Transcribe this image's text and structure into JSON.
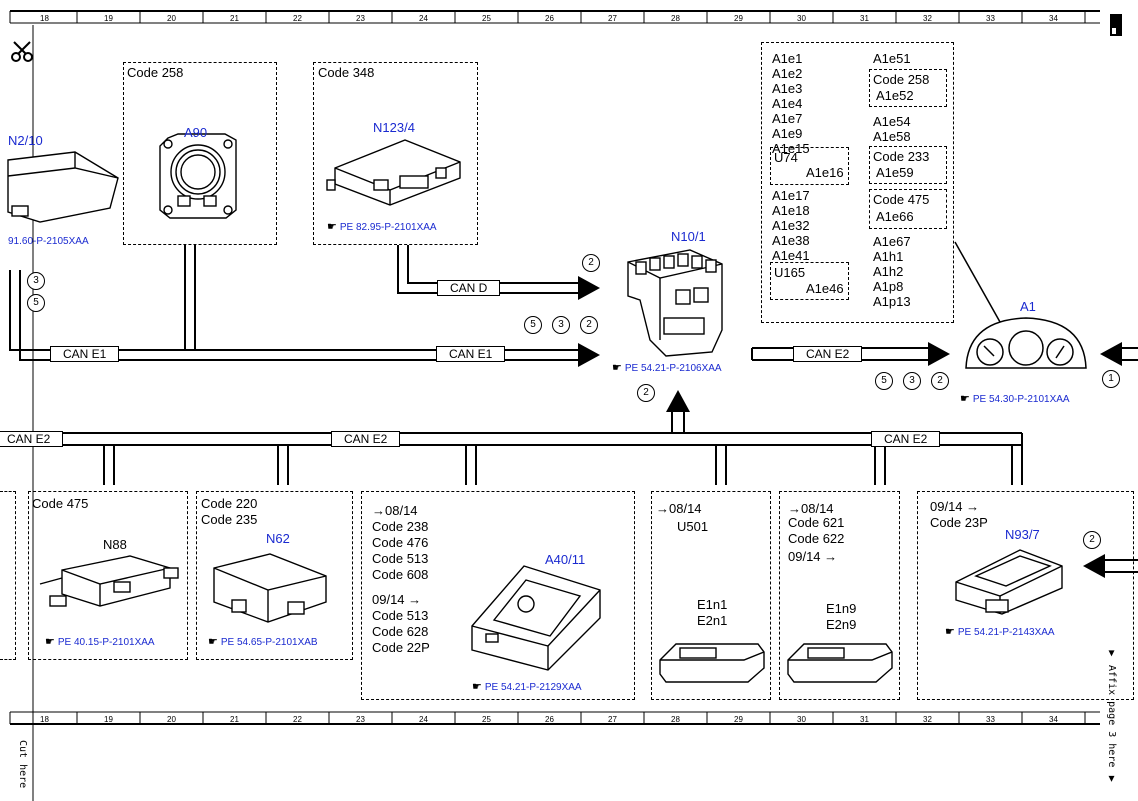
{
  "ruler": {
    "numbers": [
      "18",
      "19",
      "20",
      "21",
      "22",
      "23",
      "24",
      "25",
      "26",
      "27",
      "28",
      "29",
      "30",
      "31",
      "32",
      "33",
      "34"
    ],
    "cut_here": "Cut here",
    "affix_note": "▼ Affix page 3 here ▼"
  },
  "icons": {
    "scissors": "scissors-icon",
    "pointing_hand": "pointing-hand-icon"
  },
  "components": {
    "n2_10": {
      "label": "N2/10",
      "ref": "91.60-P-2105XAA"
    },
    "a90": {
      "code": "Code 258",
      "label": "A90"
    },
    "n123_4": {
      "code": "Code 348",
      "label": "N123/4",
      "ref": "PE 82.95-P-2101XAA"
    },
    "n10_1": {
      "label": "N10/1",
      "ref": "PE 54.21-P-2106XAA"
    },
    "a1": {
      "label": "A1",
      "ref": "PE 54.30-P-2101XAA"
    },
    "n88": {
      "code": "Code 475",
      "label": "N88",
      "ref": "PE 40.15-P-2101XAA"
    },
    "n62": {
      "code1": "Code 220",
      "code2": "Code 235",
      "label": "N62",
      "ref": "PE 54.65-P-2101XAB"
    },
    "a40_11": {
      "lines1": [
        "→08/14",
        "Code 238",
        "Code 476",
        "Code 513",
        "Code 608"
      ],
      "lines2": [
        "09/14 →",
        "Code 513",
        "Code 628",
        "Code 22P"
      ],
      "label": "A40/11",
      "ref": "PE 54.21-P-2129XAA"
    },
    "u501": {
      "date": "→08/14",
      "code": "U501",
      "l1": "E1n1",
      "l2": "E2n1"
    },
    "e1n9": {
      "date": "→08/14",
      "code1": "Code 621",
      "code2": "Code 622",
      "date2": "09/14 →",
      "l1": "E1n9",
      "l2": "E2n9"
    },
    "n93_7": {
      "date": "09/14 →",
      "code": "Code 23P",
      "label": "N93/7",
      "ref": "PE 54.21-P-2143XAA"
    }
  },
  "fuse_list": {
    "left_top": [
      "A1e1",
      "A1e2",
      "A1e3",
      "A1e4",
      "A1e7",
      "A1e9",
      "A1e15"
    ],
    "u74": {
      "title": "U74",
      "item": "A1e16"
    },
    "left_mid": [
      "A1e17",
      "A1e18",
      "A1e32",
      "A1e38",
      "A1e41"
    ],
    "u165": {
      "title": "U165",
      "item": "A1e46"
    },
    "right_top": "A1e51",
    "code258": {
      "title": "Code 258",
      "item": "A1e52"
    },
    "right_mid": [
      "A1e54",
      "A1e58"
    ],
    "code233": {
      "title": "Code 233",
      "item": "A1e59"
    },
    "code475": {
      "title": "Code 475",
      "item": "A1e66"
    },
    "right_bottom": [
      "A1e67",
      "A1h1",
      "A1h2",
      "A1p8",
      "A1p13"
    ]
  },
  "buses": {
    "can_e1": "CAN E1",
    "can_e2": "CAN E2",
    "can_d": "CAN D"
  },
  "circles": {
    "c3": "3",
    "c5": "5",
    "c2": "2",
    "c1": "1"
  }
}
